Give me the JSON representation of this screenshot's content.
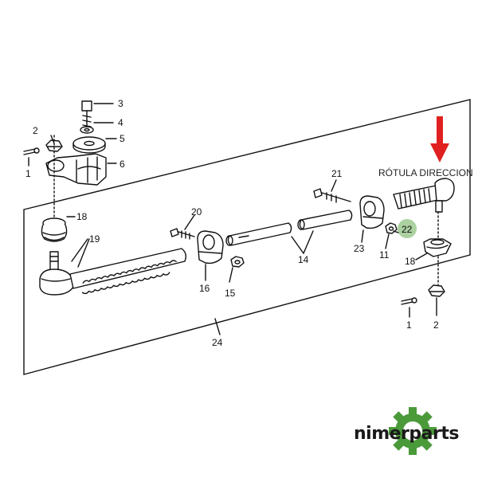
{
  "callouts": {
    "c3": "3",
    "c4": "4",
    "c5": "5",
    "c6": "6",
    "c2a": "2",
    "c1a": "1",
    "c18a": "18",
    "c19": "19",
    "c20": "20",
    "c16": "16",
    "c15": "15",
    "c14": "14",
    "c21": "21",
    "c23": "23",
    "c11": "11",
    "c22": "22",
    "c18b": "18",
    "c1b": "1",
    "c2b": "2",
    "c24": "24"
  },
  "annotation": {
    "label": "RÓTULA DIRECCION"
  },
  "logo": {
    "text": "nimerparts"
  },
  "colors": {
    "arrow": "#e02020",
    "highlight": "#9cc98f",
    "logo_gear": "#4a9a3a",
    "ink": "#111111"
  }
}
